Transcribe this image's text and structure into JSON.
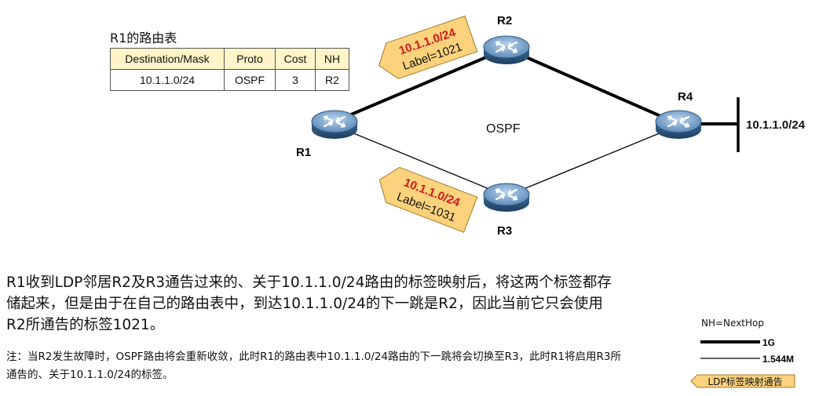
{
  "routing_table": {
    "title": "R1的路由表",
    "headers": [
      "Destination/Mask",
      "Proto",
      "Cost",
      "NH"
    ],
    "rows": [
      [
        "10.1.1.0/24",
        "OSPF",
        "3",
        "R2"
      ]
    ]
  },
  "topology": {
    "routers": [
      "R1",
      "R2",
      "R3",
      "R4"
    ],
    "area_label": "OSPF",
    "network": "10.1.1.0/24",
    "advert_r2": {
      "prefix": "10.1.1.0/24",
      "label": "Label=1021"
    },
    "advert_r3": {
      "prefix": "10.1.1.0/24",
      "label": "Label=1031"
    }
  },
  "legend": {
    "nh": "NH=NextHop",
    "thick": "1G",
    "thin": "1.544M",
    "advert": "LDP标签映射通告"
  },
  "text": {
    "paragraph": "R1收到LDP邻居R2及R3通告过来的、关于10.1.1.0/24路由的标签映射后，将这两个标签都存储起来，但是由于在自己的路由表中，到达10.1.1.0/24的下一跳是R2，因此当前它只会使用R2所通告的标签1021。",
    "note": "注：当R2发生故障时，OSPF路由将会重新收敛，此时R1的路由表中10.1.1.0/24路由的下一跳将会切换至R3，此时R1将启用R3所通告的、关于10.1.1.0/24的标签。"
  },
  "colors": {
    "callout_fill": "#fcd27d",
    "callout_text": "#cc1a1a",
    "router_body": "#3f6f9e",
    "router_top": "#8fb6dc"
  }
}
